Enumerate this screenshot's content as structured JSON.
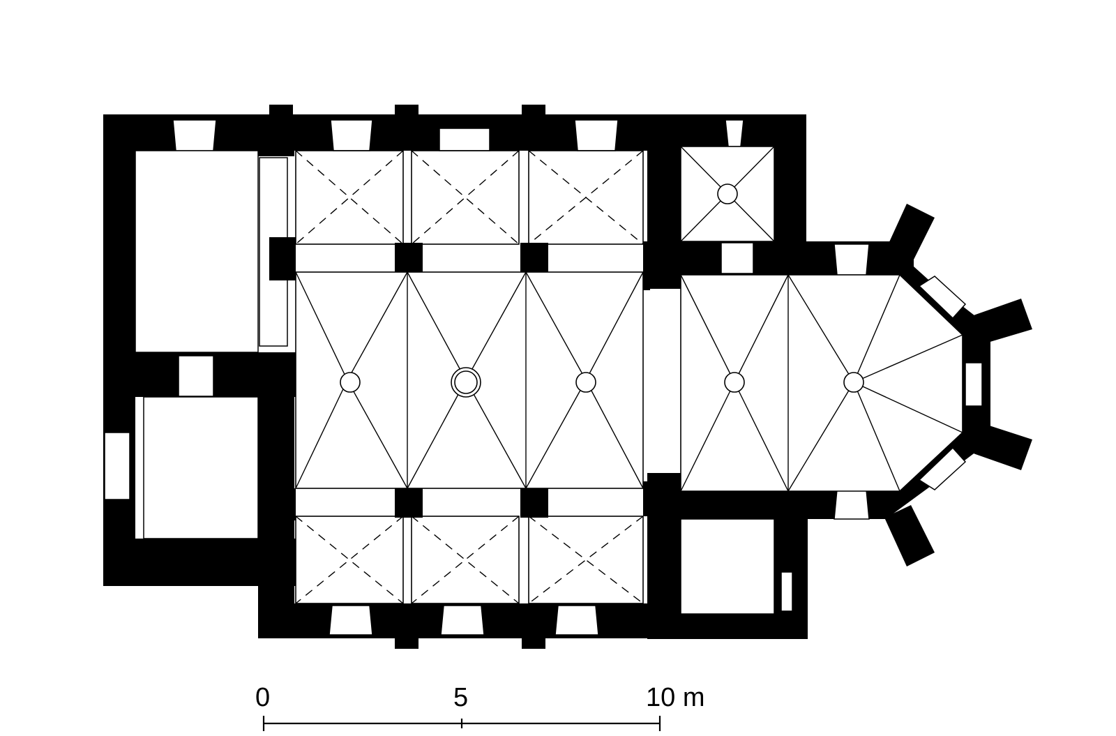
{
  "scale_bar": {
    "label_start": "0",
    "label_mid": "5",
    "label_end": "10 m"
  }
}
